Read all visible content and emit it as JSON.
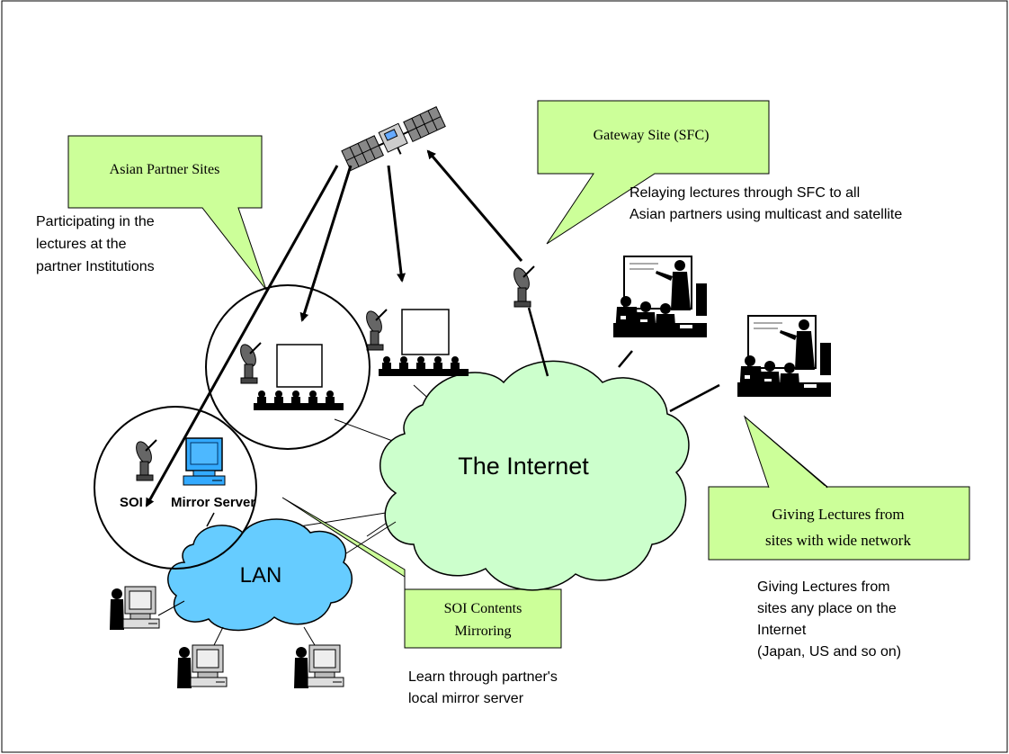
{
  "callouts": {
    "asian_partner": "Asian Partner Sites",
    "gateway": "Gateway Site (SFC)",
    "giving_line1": "Giving Lectures from",
    "giving_line2": "sites with wide network",
    "soi_line1": "SOI Contents",
    "soi_line2": "Mirroring"
  },
  "notes": {
    "participating": [
      "Participating in the",
      "lectures at the",
      "partner Institutions"
    ],
    "relaying": [
      "Relaying lectures through SFC to all",
      "Asian partners using multicast and satellite"
    ],
    "giving_any": [
      "Giving Lectures from",
      "sites any place on the",
      "Internet",
      "(Japan, US and so on)"
    ],
    "learn": [
      "Learn through partner's",
      "local mirror server"
    ]
  },
  "clouds": {
    "internet": "The Internet",
    "lan": "LAN"
  },
  "labels": {
    "soi": "SOI",
    "mirror_server": "Mirror Server"
  },
  "colors": {
    "callout_fill": "#ccff99",
    "internet_cloud": "#ccffcc",
    "lan_cloud": "#66ccff",
    "monitor_blue": "#33aaff"
  },
  "icons": [
    "satellite-icon",
    "dish-antenna-icon",
    "audience-icon",
    "lecture-scene-icon",
    "workstation-icon",
    "computer-icon"
  ]
}
